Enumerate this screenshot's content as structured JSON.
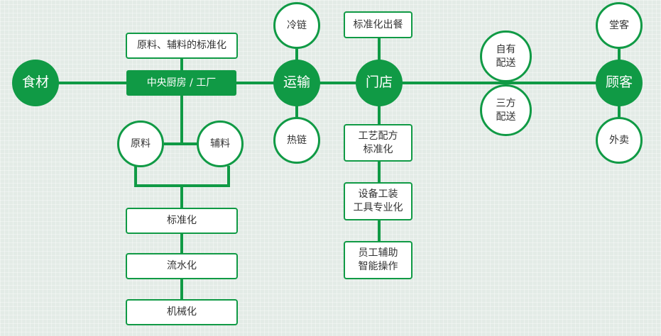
{
  "main_nodes": {
    "ingredients": "食材",
    "transport": "运输",
    "store": "门店",
    "customer": "顾客"
  },
  "kitchen": {
    "standardize_top": "原料、辅料的标准化",
    "central_kitchen": "中央厨房 / 工厂",
    "raw": "原料",
    "auxiliary": "辅料",
    "steps": [
      "标准化",
      "流水化",
      "机械化"
    ]
  },
  "transport": {
    "cold_chain": "冷链",
    "hot_chain": "热链"
  },
  "store": {
    "standard_serving": "标准化出餐",
    "steps": [
      "工艺配方\n标准化",
      "设备工装\n工具专业化",
      "员工辅助\n智能操作"
    ]
  },
  "delivery": {
    "own": "自有\n配送",
    "third_party": "三方\n配送"
  },
  "customer": {
    "dine_in": "堂客",
    "takeout": "外卖"
  },
  "colors": {
    "accent": "#109a45",
    "background": "#e3ebe6"
  }
}
